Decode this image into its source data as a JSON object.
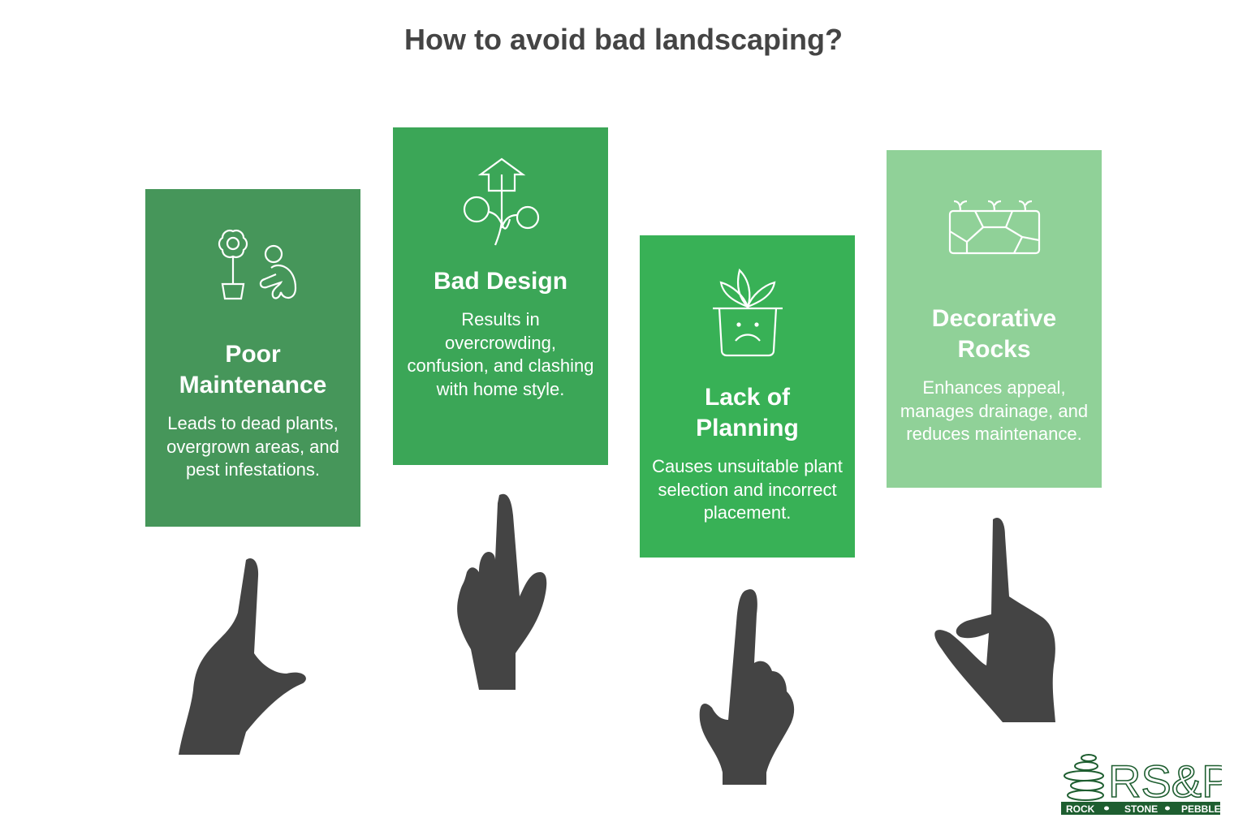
{
  "title": "How to avoid bad landscaping?",
  "cards": [
    {
      "title": "Poor Maintenance",
      "description": "Leads to dead plants, overgrown areas, and pest infestations.",
      "color": "#46965a",
      "icon": "flower-pot-person-icon"
    },
    {
      "title": "Bad Design",
      "description": "Results in overcrowding, confusion, and clashing with home style.",
      "color": "#3ba657",
      "icon": "house-plant-icon"
    },
    {
      "title": "Lack of Planning",
      "description": "Causes unsuitable plant selection and incorrect placement.",
      "color": "#38b156",
      "icon": "sad-plant-pot-icon"
    },
    {
      "title": "Decorative Rocks",
      "description": "Enhances appeal, manages drainage, and reduces maintenance.",
      "color": "#90d198",
      "icon": "rock-wall-icon"
    }
  ],
  "logo": {
    "main": "RS&P",
    "tagline": [
      "ROCK",
      "STONE",
      "PEBBLE"
    ],
    "color": "#1e5e30"
  }
}
